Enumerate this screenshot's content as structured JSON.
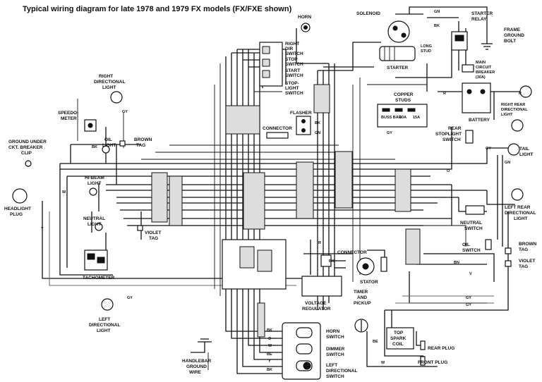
{
  "title": "Typical wiring diagram for late 1978 and 1979 FX models (FX/FXE shown)",
  "components": {
    "horn": "HORN",
    "solenoid": "SOLENOID",
    "starter_relay": [
      "STARTER",
      "RELAY"
    ],
    "frame_ground": [
      "FRAME",
      "GROUND",
      "BOLT"
    ],
    "long_stud": [
      "LONG",
      "STUD"
    ],
    "starter": "STARTER",
    "main_breaker": [
      "MAIN",
      "CIRCUIT",
      "BREAKER",
      "(30A)"
    ],
    "battery": "BATTERY",
    "right_rear_dir": [
      "RIGHT REAR",
      "DIRECTIONAL",
      "LIGHT"
    ],
    "copper_studs": [
      "COPPER",
      "STUDS"
    ],
    "rear_stoplight": [
      "REAR",
      "STOPLIGHT",
      "SWITCH"
    ],
    "tail_light": [
      "TAIL",
      "LIGHT"
    ],
    "left_rear_dir": [
      "LEFT REAR",
      "DIRECTIONAL",
      "LIGHT"
    ],
    "neutral_switch": [
      "NEUTRAL",
      "SWITCH"
    ],
    "oil_switch": [
      "OIL",
      "SWITCH"
    ],
    "brown_tag_right": [
      "BROWN",
      "TAG"
    ],
    "violet_tag_right": [
      "VIOLET",
      "TAG"
    ],
    "right_dir_front": [
      "RIGHT",
      "DIRECTIONAL",
      "LIGHT"
    ],
    "speedometer": [
      "SPEEDO-",
      "METER"
    ],
    "oil_light": [
      "OIL",
      "LIGHT"
    ],
    "brown_tag_left": [
      "BROWN",
      "TAG"
    ],
    "ground_under": [
      "GROUND UNDER",
      "CKT. BREAKER",
      "CLIP"
    ],
    "hi_beam": [
      "HI-BEAM",
      "LIGHT"
    ],
    "neutral_light": [
      "NEUTRAL",
      "LIGHT"
    ],
    "headlight_plug": [
      "HEADLIGHT",
      "PLUG"
    ],
    "violet_tag_left": [
      "VIOLET",
      "TAG"
    ],
    "tachometer": "TACHOMETER",
    "left_dir_front": [
      "LEFT",
      "DIRECTIONAL",
      "LIGHT"
    ],
    "right_dir_switch": [
      "RIGHT",
      "DIR",
      "SWITCH"
    ],
    "stop_switch": [
      "STOP",
      "SWITCH"
    ],
    "start_switch": [
      "START",
      "SWITCH"
    ],
    "stoplight_switch": [
      "STOP-",
      "LIGHT",
      "SWITCH"
    ],
    "flasher": "FLASHER",
    "connector_top": "CONNECTOR",
    "connector_mid": "CONNECTOR",
    "stator": "STATOR",
    "voltage_regulator": [
      "VOLTAGE",
      "REGULATOR"
    ],
    "timer_pickup": [
      "TIMER",
      "AND",
      "PICKUP"
    ],
    "spark_coil": [
      "TOP",
      "SPARK",
      "COIL"
    ],
    "rear_plug": "REAR PLUG",
    "front_plug": "FRONT PLUG",
    "horn_switch": [
      "HORN",
      "SWITCH"
    ],
    "dimmer_switch": [
      "DIMMER",
      "SWITCH"
    ],
    "left_dir_switch": [
      "LEFT",
      "DIRECTIONAL",
      "SWITCH"
    ],
    "handlebar_ground": [
      "HANDLEBAR",
      "GROUND",
      "WIRE"
    ]
  },
  "wire_tags": {
    "gn_top": "GN",
    "bk_relay": "BK",
    "r_battery": "R",
    "r_right": "R",
    "gy_stop": "GY",
    "o_mid": "O",
    "gy_tail": "GY",
    "gn_tail": "GN",
    "bn": "BN",
    "v": "V",
    "gy_bottom1": "GY",
    "gy_bottom2": "GY",
    "r_conn": "R",
    "bk_conn": "BK",
    "bk_flasher": "BK",
    "gn_flasher": "GN",
    "y_left": "Y",
    "w_left": "W",
    "bk_oil": "BK",
    "gy_speedo": "GY",
    "gy_left_dir": "GY",
    "bk_sw1": "BK",
    "o_sw": "O",
    "w_sw": "W",
    "be_sw": "BE",
    "y_sw": "Y",
    "bk_sw2": "BK",
    "be_coil": "BE",
    "w_coil": "W"
  },
  "fuse_panel_labels": [
    "BUSS BAR",
    "30A",
    "15A"
  ]
}
